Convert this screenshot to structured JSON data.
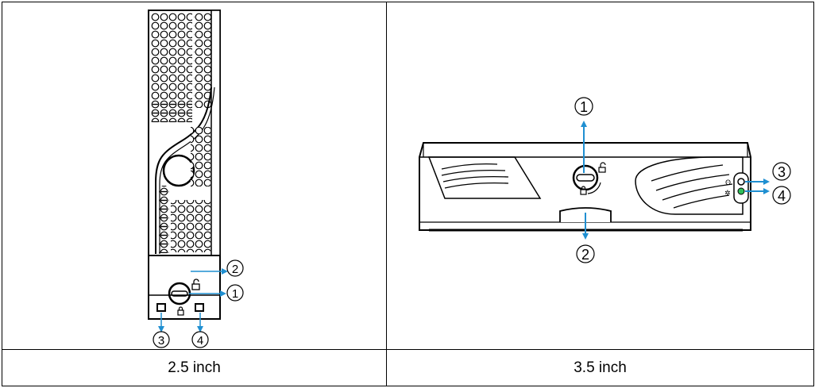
{
  "table": {
    "left_caption": "2.5 inch",
    "right_caption": "3.5 inch"
  },
  "left_figure": {
    "callouts": [
      "2",
      "1",
      "3",
      "4"
    ]
  },
  "right_figure": {
    "callouts": [
      "1",
      "2",
      "3",
      "4"
    ]
  },
  "colors": {
    "outline": "#000000",
    "arrow": "#1f8fd1",
    "led_green": "#2fbf5a"
  },
  "icons": [
    "lock-icon",
    "unlock-icon",
    "power-led-icon",
    "activity-led-icon"
  ]
}
